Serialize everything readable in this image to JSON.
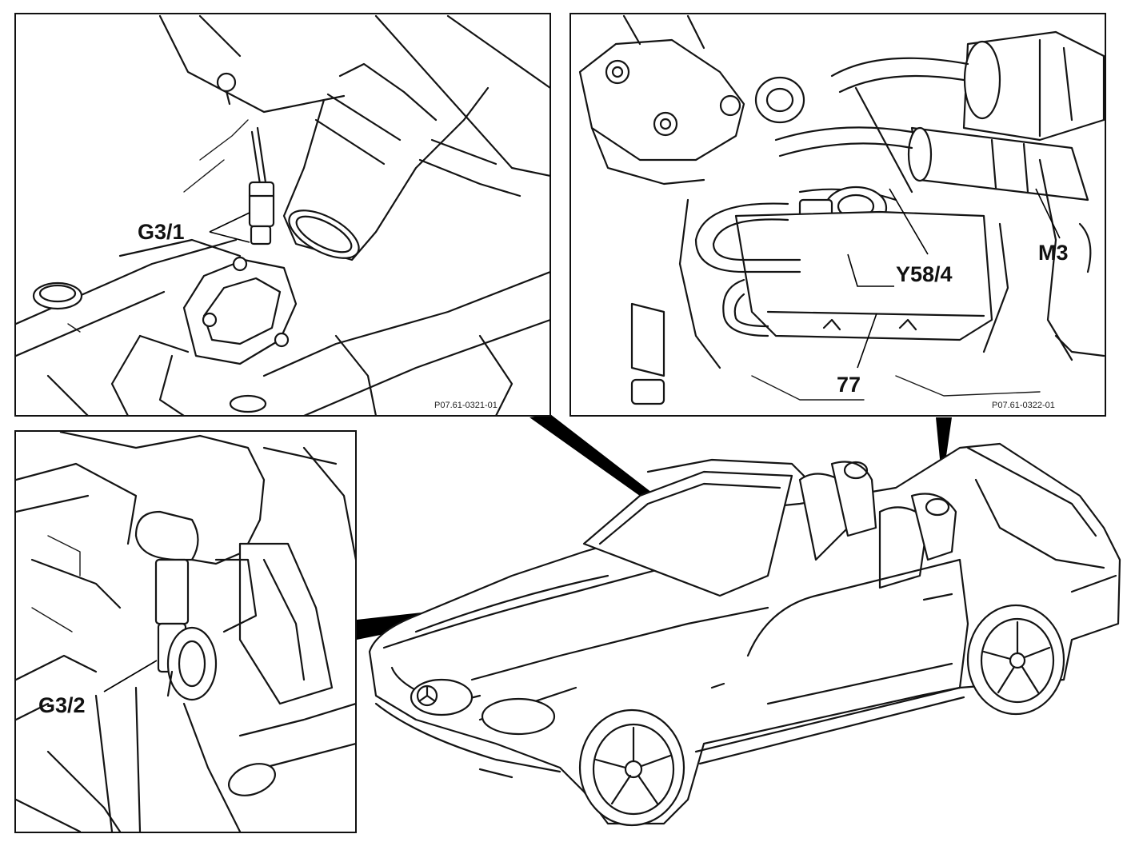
{
  "panels": {
    "top_left": {
      "ref_code": "P07.61-0321-01",
      "callouts": [
        {
          "label": "G3/1"
        }
      ]
    },
    "top_right": {
      "ref_code": "P07.61-0322-01",
      "callouts": [
        {
          "label": "M3"
        },
        {
          "label": "Y58/4"
        },
        {
          "label": "77"
        }
      ]
    },
    "bottom_left": {
      "callouts": [
        {
          "label": "G3/2"
        }
      ]
    }
  }
}
